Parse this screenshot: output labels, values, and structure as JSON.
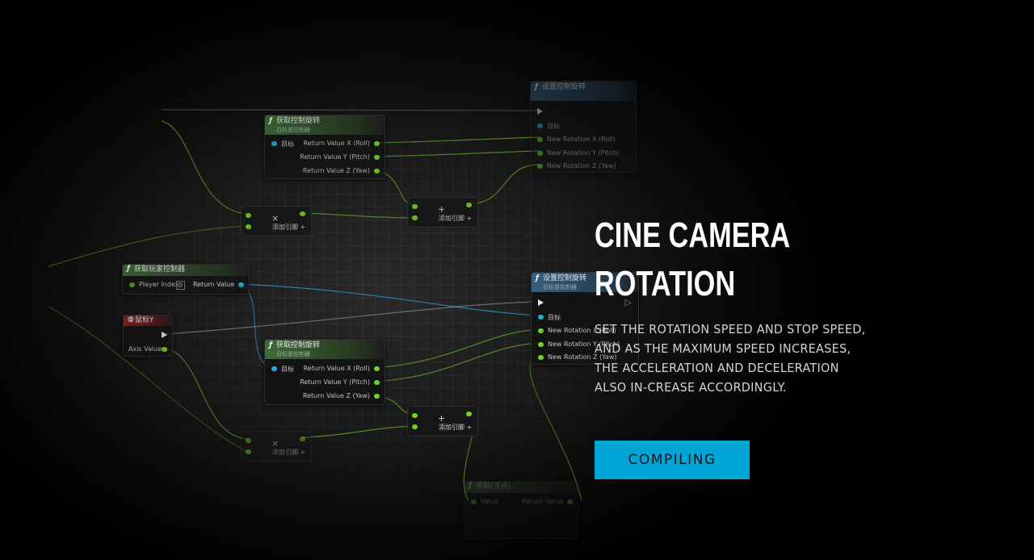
{
  "hero": {
    "title_line1": "CINE CAMERA",
    "title_line2": "ROTATION",
    "description": "SET THE ROTATION SPEED AND STOP SPEED, AND AS THE MAXIMUM SPEED INCREASES, THE ACCELERATION AND DECELERATION ALSO IN-CREASE ACCORDINGLY.",
    "button_label": "COMPILING",
    "accent_color": "#00a5d6"
  },
  "graph": {
    "node_get_rotation_1": {
      "title": "获取控制旋转",
      "subtitle": "目标是控制器",
      "target": "目标",
      "out_x": "Return Value X (Roll)",
      "out_y": "Return Value Y (Pitch)",
      "out_z": "Return Value Z (Yaw)"
    },
    "node_set_rotation_1": {
      "title": "设置控制旋转",
      "target": "目标",
      "in_x": "New Rotation X (Roll)",
      "in_y": "New Rotation Y (Pitch)",
      "in_z": "New Rotation Z (Yaw)"
    },
    "node_multiply": {
      "symbol": "×",
      "label": "添加引脚 +"
    },
    "node_add_1": {
      "symbol": "+",
      "label": "添加引脚 +"
    },
    "node_player_controller": {
      "title": "获取玩家控制器",
      "player_index_label": "Player Index",
      "player_index_value": "0",
      "return_value": "Return Value"
    },
    "node_mouse_y": {
      "title": "鼠标Y",
      "axis_value": "Axis Value"
    },
    "node_get_rotation_2": {
      "title": "获取控制旋转",
      "subtitle": "目标是控制器",
      "target": "目标",
      "out_x": "Return Value X (Roll)",
      "out_y": "Return Value Y (Pitch)",
      "out_z": "Return Value Z (Yaw)"
    },
    "node_set_rotation_2": {
      "title": "设置控制旋转",
      "subtitle": "目标是控制器",
      "target": "目标",
      "in_x": "New Rotation X (Roll)",
      "in_y": "New Rotation Y (Pitch)",
      "in_z": "New Rotation Z (Yaw)"
    },
    "node_multiply_2": {
      "symbol": "×",
      "label": "添加引脚 +"
    },
    "node_add_2": {
      "symbol": "+",
      "label": "添加引脚 +"
    },
    "node_clamp": {
      "title": "限制(浮点)",
      "value": "Value",
      "return_value": "Return Value"
    }
  }
}
